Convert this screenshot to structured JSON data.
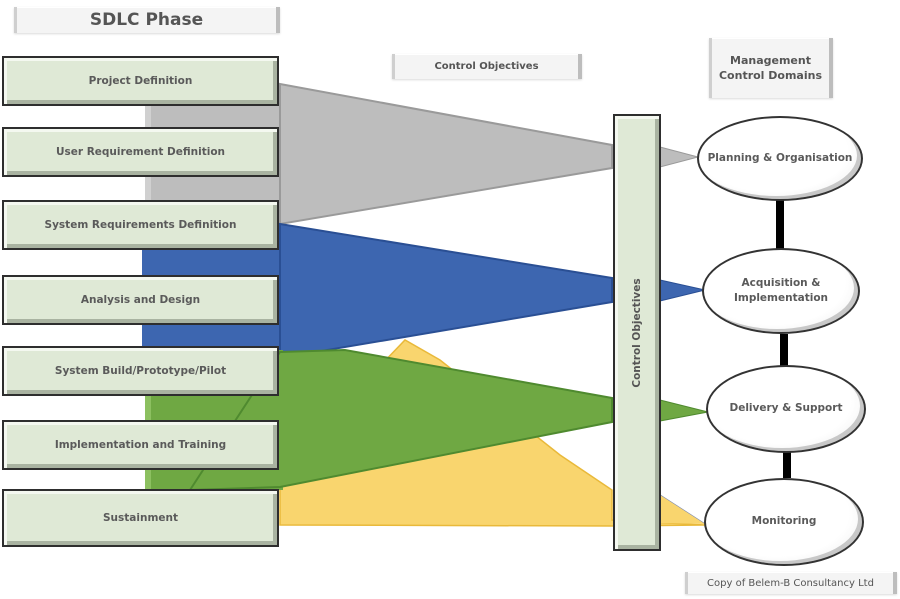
{
  "header": {
    "sdlc_title": "SDLC Phase",
    "control_objectives_title": "Control Objectives",
    "management_title": "Management Control Domains"
  },
  "phases": [
    {
      "label": "Project Definition"
    },
    {
      "label": "User Requirement Definition"
    },
    {
      "label": "System Requirements Definition"
    },
    {
      "label": "Analysis and Design"
    },
    {
      "label": "System Build/Prototype/Pilot"
    },
    {
      "label": "Implementation and Training"
    },
    {
      "label": "Sustainment"
    }
  ],
  "control_objectives_bar": {
    "label": "Control Objectives"
  },
  "domains": [
    {
      "label": "Planning & Organisation",
      "color": "#bdbdbd"
    },
    {
      "label": "Acquisition & Implementation",
      "color": "#3d66b0"
    },
    {
      "label": "Delivery & Support",
      "color": "#6fa843"
    },
    {
      "label": "Monitoring",
      "color": "#f9d56e"
    }
  ],
  "flows": [
    {
      "from_phases": [
        "Project Definition",
        "User Requirement Definition",
        "System Requirements Definition"
      ],
      "to_domain": "Planning & Organisation",
      "color": "#bdbdbd",
      "edge": "#9a9a9a"
    },
    {
      "from_phases": [
        "System Requirements Definition",
        "Analysis and Design",
        "System Build/Prototype/Pilot"
      ],
      "to_domain": "Acquisition & Implementation",
      "color": "#3d66b0",
      "edge": "#2a4f94"
    },
    {
      "from_phases": [
        "System Build/Prototype/Pilot",
        "Implementation and Training",
        "Sustainment"
      ],
      "to_domain": "Delivery & Support",
      "color": "#6fa843",
      "edge": "#4f8a2f"
    },
    {
      "from_phases": [
        "Analysis and Design",
        "System Build/Prototype/Pilot",
        "Sustainment"
      ],
      "to_domain": "Monitoring",
      "color": "#f9d56e",
      "edge": "#f0c040"
    }
  ],
  "footer": {
    "copyright": "Copy of Belem-B Consultancy Ltd"
  }
}
